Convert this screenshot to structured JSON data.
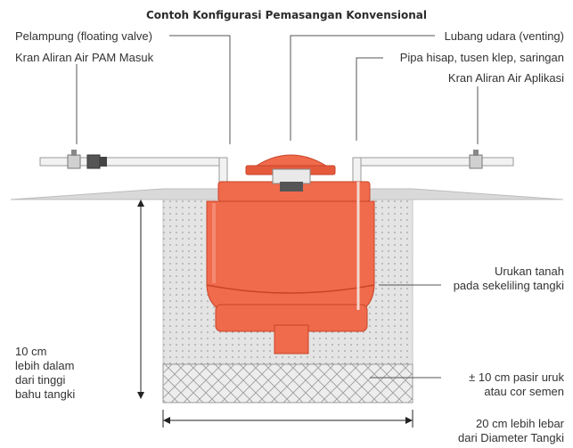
{
  "title": "Contoh Konfigurasi Pemasangan Konvensional",
  "labels": {
    "float_valve": "Pelampung (floating valve)",
    "pam_inlet": "Kran Aliran Air PAM Masuk",
    "vent": "Lubang udara (venting)",
    "suction_pipe": "Pipa hisap, tusen klep, saringan",
    "app_valve": "Kran Aliran Air Aplikasi",
    "backfill_line1": "Urukan tanah",
    "backfill_line2": "pada sekeliling tangki",
    "depth_line1": "10 cm",
    "depth_line2": "lebih dalam",
    "depth_line3": "dari tinggi",
    "depth_line4": "bahu tangki",
    "base_line1": "± 10 cm pasir uruk",
    "base_line2": "atau cor semen",
    "width_line1": "20 cm lebih lebar",
    "width_line2": "dari Diameter Tangki"
  },
  "colors": {
    "tank": "#f06a4c",
    "tank_dark": "#d94a2a",
    "soil": "#e4e4e4",
    "pipe": "#f2f2f2",
    "leader": "#555555"
  }
}
